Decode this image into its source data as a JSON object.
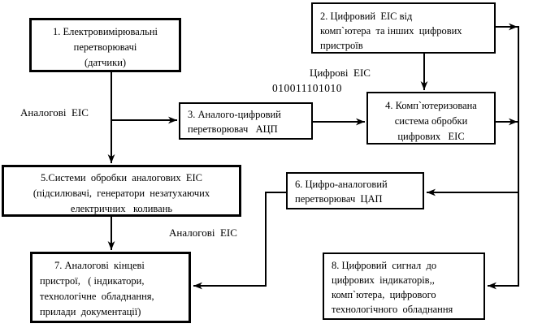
{
  "boxes": [
    {
      "name": "electro-measuring-transducers",
      "lines": [
        "1. Електровимірювальні",
        "перетворювачі",
        "(датчики)"
      ]
    },
    {
      "name": "digital-eis-from-computer",
      "lines": [
        "2. Цифровий  ЕІС від",
        "комп`ютера  та інших  цифрових",
        "пристроїв"
      ]
    },
    {
      "name": "analog-digital-converter",
      "lines": [
        "3. Аналого-цифровий",
        "перетворювач   АЦП"
      ]
    },
    {
      "name": "computerized-digital-eis-processing",
      "lines": [
        "4. Комп`ютеризована",
        "система обробки",
        "цифрових   ЕІС"
      ]
    },
    {
      "name": "analog-eis-processing-systems",
      "lines": [
        "5.Системи  обробки  аналогових  ЕІС",
        "(підсилювачі,  генератори  незатухаючих",
        "електричних   коливань"
      ]
    },
    {
      "name": "digital-analog-converter",
      "lines": [
        "6. Цифро-аналоговий",
        "перетворювач  ЦАП"
      ]
    },
    {
      "name": "analog-end-devices",
      "lines": [
        "7. Аналогові  кінцеві",
        "пристрої,   ( індикатори,",
        "технологічне  обладнання,",
        "прилади  документації)"
      ]
    },
    {
      "name": "digital-signal-to-devices",
      "lines": [
        "8. Цифровий  сигнал  до",
        "цифрових  індикаторів,,",
        "комп`ютера,  цифрового",
        "технологічного  обладнання"
      ]
    }
  ],
  "labels": {
    "analog_eis_left": "Аналогові  ЕІС",
    "digital_eis": "Цифрові  ЕІС",
    "binary_code": "010011101010",
    "analog_eis_mid": "Аналогові  ЕІС"
  },
  "colors": {
    "line": "#000000",
    "background": "#ffffff",
    "text": "#000000"
  }
}
